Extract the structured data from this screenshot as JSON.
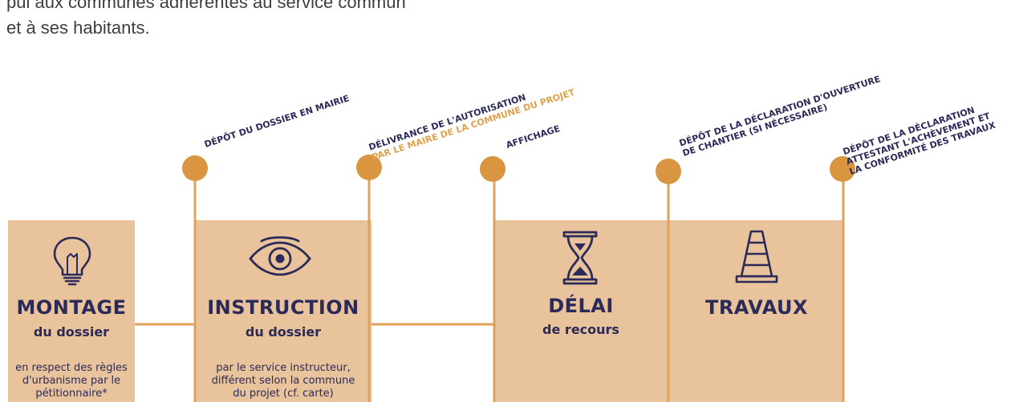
{
  "intro": {
    "line1": "pui aux communes adhérentes au service commun",
    "line2": "et à ses habitants."
  },
  "stages": {
    "montage": {
      "icon": "lightbulb-icon",
      "title": "MONTAGE",
      "subtitle": "du dossier",
      "desc1": "en respect des règles",
      "desc2": "d'urbanisme par le",
      "desc3": "pétitionnaire*"
    },
    "instruction": {
      "icon": "eye-icon",
      "title": "INSTRUCTION",
      "subtitle": "du dossier",
      "desc1": "par le service instructeur,",
      "desc2": "différent selon la commune",
      "desc3": "du projet (cf. carte)"
    },
    "delai": {
      "icon": "hourglass-icon",
      "title": "DÉLAI",
      "subtitle": "de recours"
    },
    "travaux": {
      "icon": "traffic-cone-icon",
      "title": "TRAVAUX"
    }
  },
  "events": {
    "depot": {
      "line1": "DÉPÔT DU DOSSIER EN MAIRIE"
    },
    "delivrance": {
      "line1": "DÉLIVRANCE DE L'AUTORISATION",
      "line2": "PAR LE MAIRE DE LA COMMUNE DU PROJET"
    },
    "affichage": {
      "line1": "AFFICHAGE"
    },
    "ouverture": {
      "line1": "DÉPÔT DE LA DÉCLARATION D'OUVERTURE",
      "line2": "DE CHANTIER (SI NÉCESSAIRE)"
    },
    "achevement": {
      "line1": "DÉPÔT DE LA DÉCLARATION",
      "line2": "ATTESTANT L'ACHÈVEMENT ET",
      "line3": "LA CONFORMITÉ DES TRAVAUX"
    }
  },
  "colors": {
    "block": "#e8c39c",
    "line": "#dfa25a",
    "dot": "#d9953f",
    "title": "#2b2a58",
    "accent": "#dea24c",
    "intro_text": "#3e3e3e"
  }
}
